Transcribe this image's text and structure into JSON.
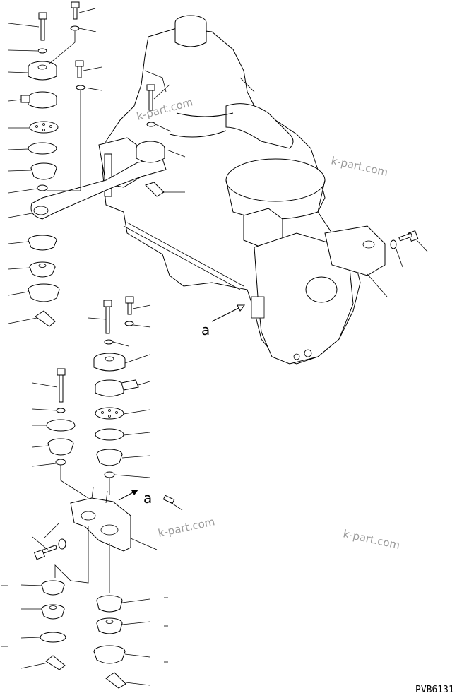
{
  "watermark": "k-part.com",
  "reference_marker": "a",
  "drawing_code": "PVB6131"
}
